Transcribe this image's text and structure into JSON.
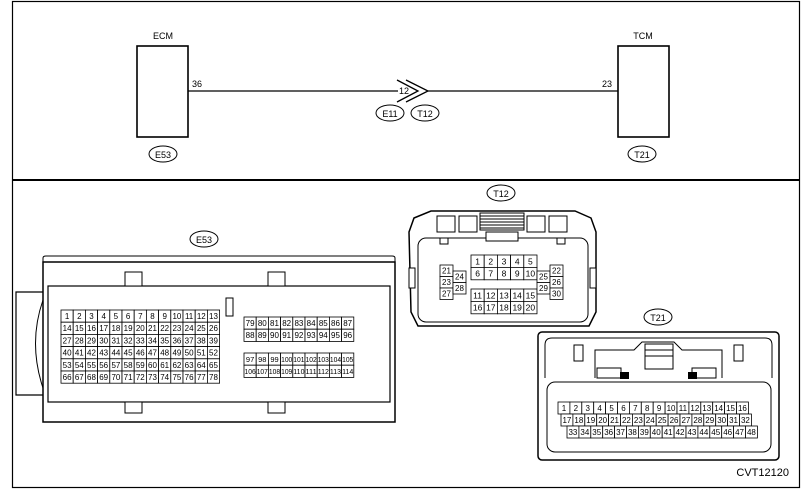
{
  "figure_code": "CVT12120",
  "ecm": {
    "title": "ECM",
    "pin": "36",
    "connector": "E53"
  },
  "tcm": {
    "title": "TCM",
    "pin": "23",
    "connector": "T21"
  },
  "junction": {
    "pin": "12",
    "left_connector": "E11",
    "right_connector": "T12"
  },
  "e53_connector": {
    "label": "E53",
    "left_rows": [
      [
        "1",
        "2",
        "3",
        "4",
        "5",
        "6",
        "7",
        "8",
        "9",
        "10",
        "11",
        "12",
        "13"
      ],
      [
        "14",
        "15",
        "16",
        "17",
        "18",
        "19",
        "20",
        "21",
        "22",
        "23",
        "24",
        "25",
        "26"
      ],
      [
        "27",
        "28",
        "29",
        "30",
        "31",
        "32",
        "33",
        "34",
        "35",
        "36",
        "37",
        "38",
        "39"
      ],
      [
        "40",
        "41",
        "42",
        "43",
        "44",
        "45",
        "46",
        "47",
        "48",
        "49",
        "50",
        "51",
        "52"
      ],
      [
        "53",
        "54",
        "55",
        "56",
        "57",
        "58",
        "59",
        "60",
        "61",
        "62",
        "63",
        "64",
        "65"
      ],
      [
        "66",
        "67",
        "68",
        "69",
        "70",
        "71",
        "72",
        "73",
        "74",
        "75",
        "76",
        "77",
        "78"
      ]
    ],
    "right_upper_rows": [
      [
        "79",
        "80",
        "81",
        "82",
        "83",
        "84",
        "85",
        "86",
        "87"
      ],
      [
        "88",
        "89",
        "90",
        "91",
        "92",
        "93",
        "94",
        "95",
        "96"
      ]
    ],
    "right_lower_rows": [
      [
        "97",
        "98",
        "99",
        "100",
        "101",
        "102",
        "103",
        "104",
        "105"
      ],
      [
        "106",
        "107",
        "108",
        "109",
        "110",
        "111",
        "112",
        "113",
        "114"
      ]
    ]
  },
  "t12_connector": {
    "label": "T12",
    "top_rows": [
      [
        "1",
        "2",
        "3",
        "4",
        "5"
      ],
      [
        "6",
        "7",
        "8",
        "9",
        "10"
      ]
    ],
    "bottom_rows": [
      [
        "11",
        "12",
        "13",
        "14",
        "15"
      ],
      [
        "16",
        "17",
        "18",
        "19",
        "20"
      ]
    ],
    "left_pins": [
      "21",
      "23",
      "27"
    ],
    "left_pins_b": [
      "24",
      "28"
    ],
    "right_pins_a": [
      "25",
      "29"
    ],
    "right_pins_b": [
      "22",
      "26",
      "30"
    ]
  },
  "t21_connector": {
    "label": "T21",
    "rows": [
      [
        "1",
        "2",
        "3",
        "4",
        "5",
        "6",
        "7",
        "8",
        "9",
        "10",
        "11",
        "12",
        "13",
        "14",
        "15",
        "16"
      ],
      [
        "17",
        "18",
        "19",
        "20",
        "21",
        "22",
        "23",
        "24",
        "25",
        "26",
        "27",
        "28",
        "29",
        "30",
        "31",
        "32"
      ],
      [
        "33",
        "34",
        "35",
        "36",
        "37",
        "38",
        "39",
        "40",
        "41",
        "42",
        "43",
        "44",
        "45",
        "46",
        "47",
        "48"
      ]
    ]
  }
}
